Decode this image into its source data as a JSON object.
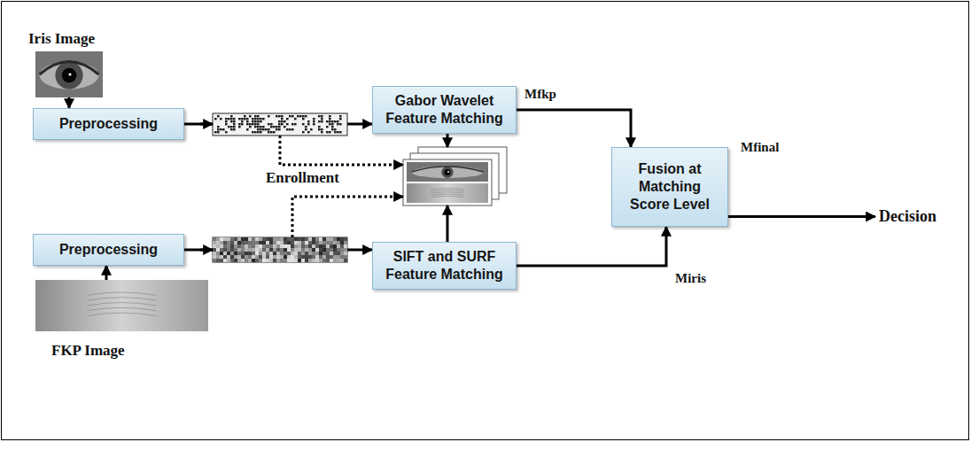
{
  "diagram": {
    "nodes": [
      {
        "text": [
          "Preprocessing"
        ]
      },
      {
        "text": [
          "Gabor Wavelet Feature Matching"
        ]
      },
      {
        "text": [
          "Fusion at Matching Score Level"
        ]
      },
      {
        "text": [
          "Preprocessing"
        ]
      },
      {
        "text": [
          "SIFT and SURF Feature Matching"
        ]
      }
    ],
    "edges": [
      {
        "from": 0,
        "to": 1,
        "arrow": "to"
      },
      {
        "from": 1,
        "to": 2,
        "arrow": "to",
        "label": "Mfkp"
      },
      {
        "from": 3,
        "to": 4,
        "arrow": "to"
      },
      {
        "from": 4,
        "to": 2,
        "arrow": "to",
        "label": "Miris"
      }
    ],
    "labels": [
      "Iris Image",
      "Enrollment",
      "Mfinal",
      "Decision",
      "FKP Image"
    ]
  }
}
